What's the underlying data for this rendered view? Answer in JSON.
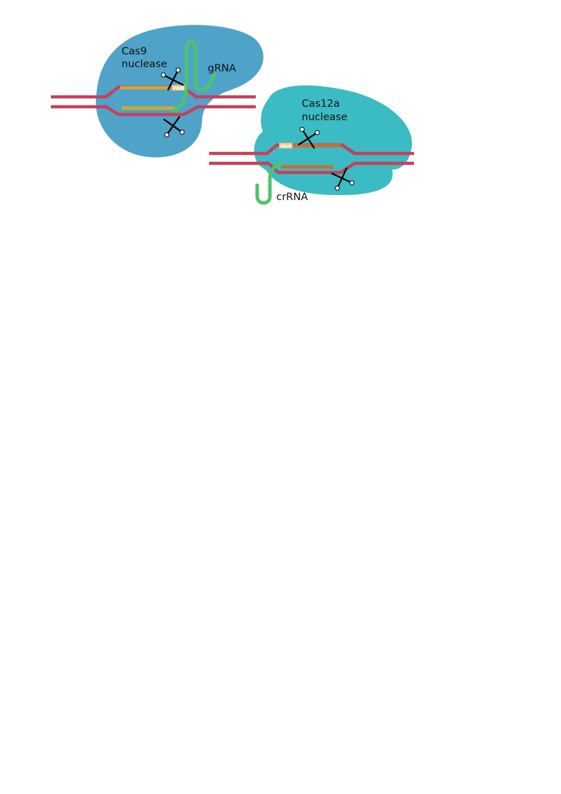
{
  "colors": {
    "cas9_body": "#4fa3c9",
    "cas12a_body": "#3bbbc3",
    "dna_strand": "#c7405a",
    "cas9_target": "#c9a93a",
    "cas12a_target": "#c4703a",
    "rna": "#4ec36b",
    "pam_box": "#f2c28a"
  },
  "cas9": {
    "label_line1": "Cas9",
    "label_line2": "nuclease",
    "rna_label": "gRNA",
    "pam_label": "PAM",
    "icons": [
      "scissors-icon",
      "scissors-icon"
    ]
  },
  "cas12a": {
    "label_line1": "Cas12a",
    "label_line2": "nuclease",
    "rna_label": "crRNA",
    "pam_label": "PAM",
    "icons": [
      "scissors-icon",
      "scissors-icon"
    ]
  }
}
